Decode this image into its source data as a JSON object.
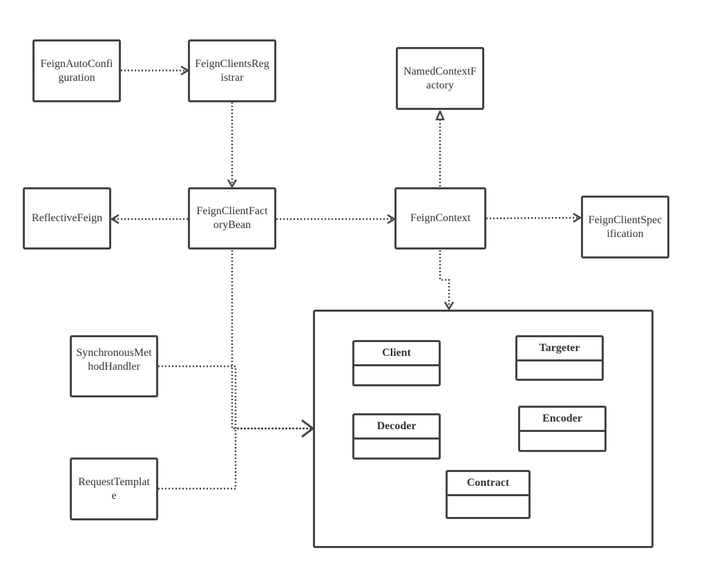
{
  "nodes": {
    "feign_auto_configuration": "FeignAutoConfiguration",
    "feign_clients_registrar": "FeignClientsRegistrar",
    "named_context_factory": "NamedContextFactory",
    "reflective_feign": "ReflectiveFeign",
    "feign_client_factory_bean": "FeignClientFactoryBean",
    "feign_context": "FeignContext",
    "feign_client_specification": "FeignClientSpecification",
    "synchronous_method_handler": "SynchronousMethodHandler",
    "request_template": "RequestTemplate"
  },
  "components": {
    "client": "Client",
    "targeter": "Targeter",
    "decoder": "Decoder",
    "encoder": "Encoder",
    "contract": "Contract"
  },
  "colors": {
    "stroke": "#444444",
    "text": "#333333",
    "background": "#ffffff"
  }
}
